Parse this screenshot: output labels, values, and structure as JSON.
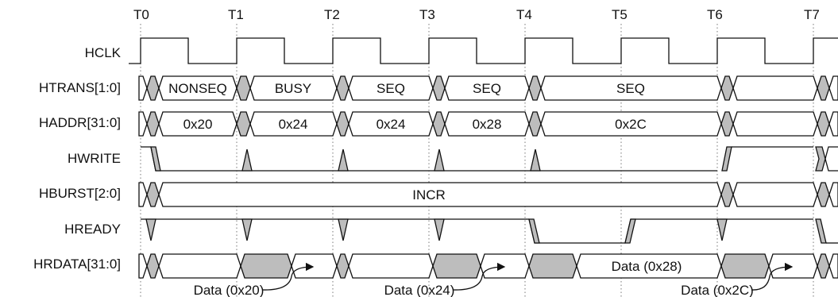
{
  "time_markers": [
    "T0",
    "T1",
    "T2",
    "T3",
    "T4",
    "T5",
    "T6",
    "T7"
  ],
  "signals": [
    "HCLK",
    "HTRANS[1:0]",
    "HADDR[31:0]",
    "HWRITE",
    "HBURST[2:0]",
    "HREADY",
    "HRDATA[31:0]"
  ],
  "htrans_values": [
    "NONSEQ",
    "BUSY",
    "SEQ",
    "SEQ",
    "SEQ"
  ],
  "haddr_values": [
    "0x20",
    "0x24",
    "0x24",
    "0x28",
    "0x2C"
  ],
  "hburst_value": "INCR",
  "hrdata_mid_label": "Data (0x28)",
  "hrdata_callouts": [
    "Data (0x20)",
    "Data (0x24)",
    "Data (0x2C)"
  ]
}
